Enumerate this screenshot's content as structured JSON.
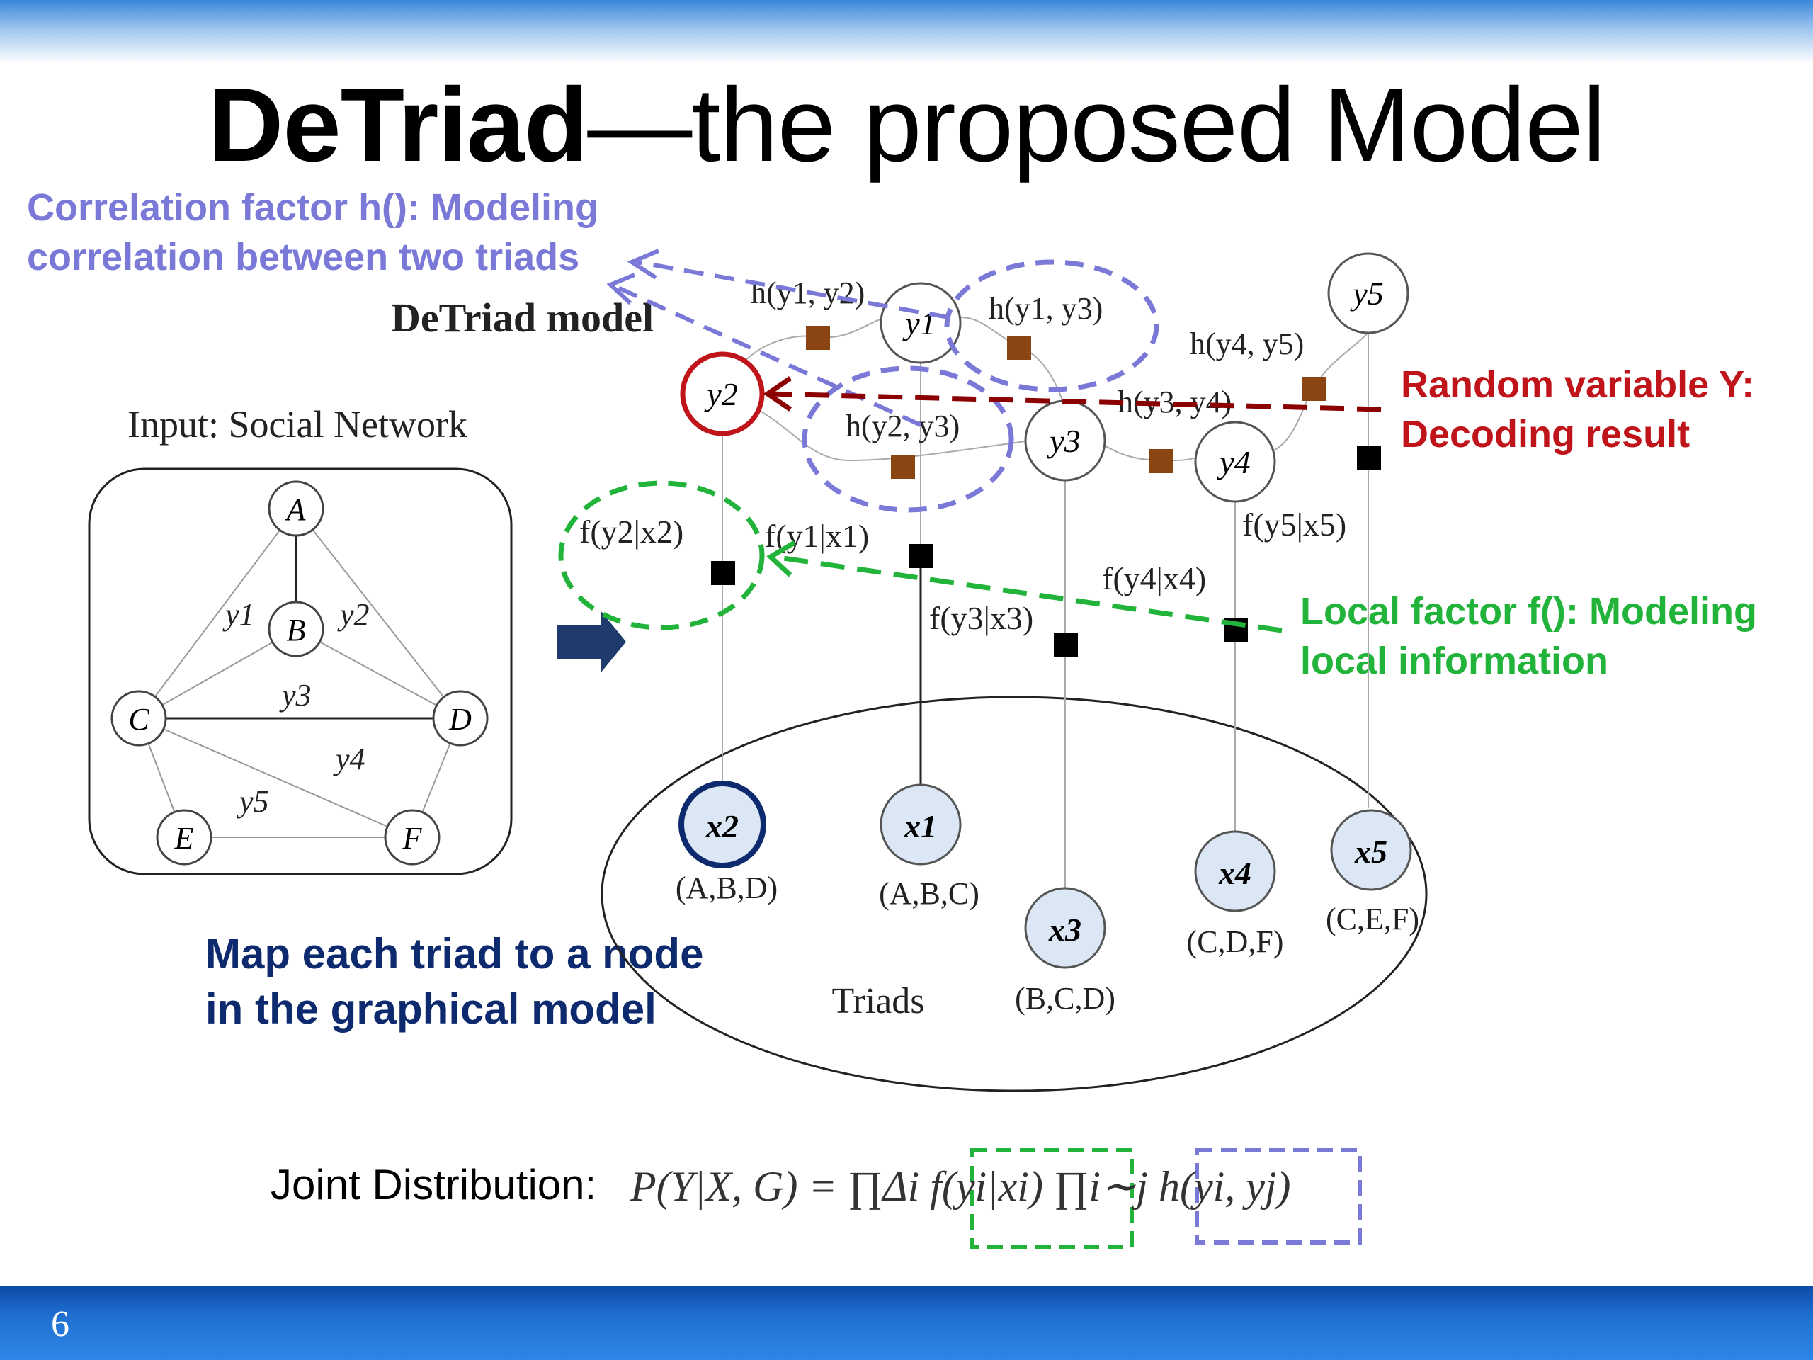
{
  "slide": {
    "title_bold": "DeTriad",
    "title_rest": "—the proposed Model",
    "page_number": "6"
  },
  "annotations": {
    "correlation_line1": "Correlation factor h(): Modeling",
    "correlation_line2": "correlation between two triads",
    "random_line1": "Random variable Y:",
    "random_line2": "Decoding result",
    "local_line1": "Local factor f(): Modeling",
    "local_line2": "local information",
    "map_line1": "Map each triad to a node",
    "map_line2": "in the graphical model"
  },
  "diagram": {
    "model_label": "DeTriad model",
    "input_label": "Input: Social Network",
    "triads_label": "Triads",
    "network_nodes": [
      "A",
      "B",
      "C",
      "D",
      "E",
      "F"
    ],
    "network_edge_labels": [
      "y1",
      "y2",
      "y3",
      "y4",
      "y5"
    ],
    "y_nodes": [
      "y1",
      "y2",
      "y3",
      "y4",
      "y5"
    ],
    "x_nodes": [
      "x2",
      "x1",
      "x3",
      "x4",
      "x5"
    ],
    "triad_labels": [
      "(A,B,D)",
      "(A,B,C)",
      "(B,C,D)",
      "(C,D,F)",
      "(C,E,F)"
    ],
    "h_factors": [
      "h(y1, y2)",
      "h(y1, y3)",
      "h(y2, y3)",
      "h(y3, y4)",
      "h(y4, y5)"
    ],
    "f_factors": [
      "f(y2|x2)",
      "f(y1|x1)",
      "f(y3|x3)",
      "f(y4|x4)",
      "f(y5|x5)"
    ]
  },
  "formula": {
    "label": "Joint Distribution:",
    "expression": "P(Y|X, G) = ∏Δi f(yi|xi) ∏i∼j h(yi, yj)"
  },
  "colors": {
    "correlation": "#7b79d8",
    "random_variable": "#c0141b",
    "local_factor": "#22b43a",
    "map_note": "#0e2a6e",
    "factor_square_h": "#8b4513",
    "factor_square_f": "#000000"
  }
}
